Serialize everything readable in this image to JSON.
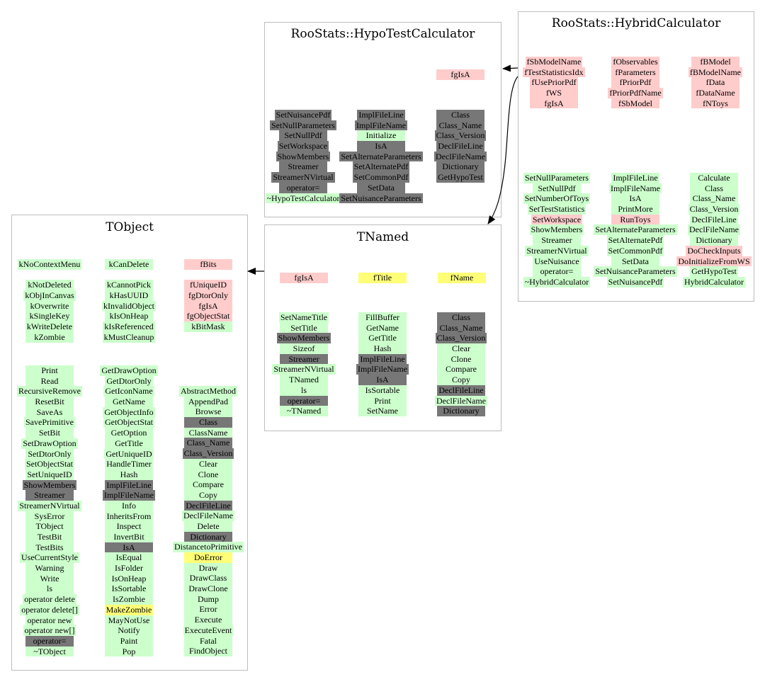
{
  "colors": {
    "pink": "#ffcccc",
    "green": "#ccffcc",
    "gray": "#777777",
    "yellow": "#ffff77",
    "border": "#bdbdbd"
  },
  "classes": {
    "hypotest": {
      "title": "RooStats::HypoTestCalculator",
      "data_cols": [
        [],
        [],
        [
          {
            "t": "fgIsA",
            "c": "pink"
          }
        ]
      ],
      "method_cols": [
        [
          {
            "t": "SetNuisancePdf",
            "c": "gray"
          },
          {
            "t": "SetNullParameters",
            "c": "gray"
          },
          {
            "t": "SetNullPdf",
            "c": "gray"
          },
          {
            "t": "SetWorkspace",
            "c": "gray"
          },
          {
            "t": "ShowMembers",
            "c": "gray"
          },
          {
            "t": "Streamer",
            "c": "gray"
          },
          {
            "t": "StreamerNVirtual",
            "c": "gray"
          },
          {
            "t": "operator=",
            "c": "gray"
          },
          {
            "t": "~HypoTestCalculator",
            "c": "green"
          }
        ],
        [
          {
            "t": "ImplFileLine",
            "c": "gray"
          },
          {
            "t": "ImplFileName",
            "c": "gray"
          },
          {
            "t": "Initialize",
            "c": "green"
          },
          {
            "t": "IsA",
            "c": "gray"
          },
          {
            "t": "SetAlternateParameters",
            "c": "gray"
          },
          {
            "t": "SetAlternatePdf",
            "c": "gray"
          },
          {
            "t": "SetCommonPdf",
            "c": "gray"
          },
          {
            "t": "SetData",
            "c": "gray"
          },
          {
            "t": "SetNuisanceParameters",
            "c": "gray"
          }
        ],
        [
          {
            "t": "Class",
            "c": "gray"
          },
          {
            "t": "Class_Name",
            "c": "gray"
          },
          {
            "t": "Class_Version",
            "c": "gray"
          },
          {
            "t": "DeclFileLine",
            "c": "gray"
          },
          {
            "t": "DeclFileName",
            "c": "gray"
          },
          {
            "t": "Dictionary",
            "c": "gray"
          },
          {
            "t": "GetHypoTest",
            "c": "gray"
          }
        ]
      ]
    },
    "hybrid": {
      "title": "RooStats::HybridCalculator",
      "data_cols": [
        [
          {
            "t": "fSbModelName",
            "c": "pink"
          },
          {
            "t": "fTestStatisticsIdx",
            "c": "pink"
          },
          {
            "t": "fUsePriorPdf",
            "c": "pink"
          },
          {
            "t": "fWS",
            "c": "pink"
          },
          {
            "t": "fgIsA",
            "c": "pink"
          }
        ],
        [
          {
            "t": "fObservables",
            "c": "pink"
          },
          {
            "t": "fParameters",
            "c": "pink"
          },
          {
            "t": "fPriorPdf",
            "c": "pink"
          },
          {
            "t": "fPriorPdfName",
            "c": "pink"
          },
          {
            "t": "fSbModel",
            "c": "pink"
          }
        ],
        [
          {
            "t": "fBModel",
            "c": "pink"
          },
          {
            "t": "fBModelName",
            "c": "pink"
          },
          {
            "t": "fData",
            "c": "pink"
          },
          {
            "t": "fDataName",
            "c": "pink"
          },
          {
            "t": "fNToys",
            "c": "pink"
          }
        ]
      ],
      "method_cols": [
        [
          {
            "t": "SetNullParameters",
            "c": "green"
          },
          {
            "t": "SetNullPdf",
            "c": "green"
          },
          {
            "t": "SetNumberOfToys",
            "c": "green"
          },
          {
            "t": "SetTestStatistics",
            "c": "green"
          },
          {
            "t": "SetWorkspace",
            "c": "pink"
          },
          {
            "t": "ShowMembers",
            "c": "green"
          },
          {
            "t": "Streamer",
            "c": "green"
          },
          {
            "t": "StreamerNVirtual",
            "c": "green"
          },
          {
            "t": "UseNuisance",
            "c": "green"
          },
          {
            "t": "operator=",
            "c": "green"
          },
          {
            "t": "~HybridCalculator",
            "c": "green"
          }
        ],
        [
          {
            "t": "ImplFileLine",
            "c": "green"
          },
          {
            "t": "ImplFileName",
            "c": "green"
          },
          {
            "t": "IsA",
            "c": "green"
          },
          {
            "t": "PrintMore",
            "c": "green"
          },
          {
            "t": "RunToys",
            "c": "pink"
          },
          {
            "t": "SetAlternateParameters",
            "c": "green"
          },
          {
            "t": "SetAlternatePdf",
            "c": "green"
          },
          {
            "t": "SetCommonPdf",
            "c": "green"
          },
          {
            "t": "SetData",
            "c": "green"
          },
          {
            "t": "SetNuisanceParameters",
            "c": "green"
          },
          {
            "t": "SetNuisancePdf",
            "c": "green"
          }
        ],
        [
          {
            "t": "Calculate",
            "c": "green"
          },
          {
            "t": "Class",
            "c": "green"
          },
          {
            "t": "Class_Name",
            "c": "green"
          },
          {
            "t": "Class_Version",
            "c": "green"
          },
          {
            "t": "DeclFileLine",
            "c": "green"
          },
          {
            "t": "DeclFileName",
            "c": "green"
          },
          {
            "t": "Dictionary",
            "c": "green"
          },
          {
            "t": "DoCheckInputs",
            "c": "pink"
          },
          {
            "t": "DoInitializeFromWS",
            "c": "pink"
          },
          {
            "t": "GetHypoTest",
            "c": "green"
          },
          {
            "t": "HybridCalculator",
            "c": "green"
          }
        ]
      ]
    },
    "tnamed": {
      "title": "TNamed",
      "data_cols": [
        [
          {
            "t": "fgIsA",
            "c": "pink"
          }
        ],
        [
          {
            "t": "fTitle",
            "c": "yellow"
          }
        ],
        [
          {
            "t": "fName",
            "c": "yellow"
          }
        ]
      ],
      "method_cols": [
        [
          {
            "t": "SetNameTitle",
            "c": "green"
          },
          {
            "t": "SetTitle",
            "c": "green"
          },
          {
            "t": "ShowMembers",
            "c": "gray"
          },
          {
            "t": "Sizeof",
            "c": "green"
          },
          {
            "t": "Streamer",
            "c": "gray"
          },
          {
            "t": "StreamerNVirtual",
            "c": "green"
          },
          {
            "t": "TNamed",
            "c": "green"
          },
          {
            "t": "ls",
            "c": "green"
          },
          {
            "t": "operator=",
            "c": "gray"
          },
          {
            "t": "~TNamed",
            "c": "green"
          }
        ],
        [
          {
            "t": "FillBuffer",
            "c": "green"
          },
          {
            "t": "GetName",
            "c": "green"
          },
          {
            "t": "GetTitle",
            "c": "green"
          },
          {
            "t": "Hash",
            "c": "green"
          },
          {
            "t": "ImplFileLine",
            "c": "gray"
          },
          {
            "t": "ImplFileName",
            "c": "gray"
          },
          {
            "t": "IsA",
            "c": "gray"
          },
          {
            "t": "IsSortable",
            "c": "green"
          },
          {
            "t": "Print",
            "c": "green"
          },
          {
            "t": "SetName",
            "c": "green"
          }
        ],
        [
          {
            "t": "Class",
            "c": "gray"
          },
          {
            "t": "Class_Name",
            "c": "gray"
          },
          {
            "t": "Class_Version",
            "c": "gray"
          },
          {
            "t": "Clear",
            "c": "green"
          },
          {
            "t": "Clone",
            "c": "green"
          },
          {
            "t": "Compare",
            "c": "green"
          },
          {
            "t": "Copy",
            "c": "green"
          },
          {
            "t": "DeclFileLine",
            "c": "gray"
          },
          {
            "t": "DeclFileName",
            "c": "green"
          },
          {
            "t": "Dictionary",
            "c": "gray"
          }
        ]
      ]
    },
    "tobject": {
      "title": "TObject",
      "data_cols": [
        [
          {
            "t": "kNoContextMenu",
            "c": "green"
          },
          {
            "t": "",
            "c": "none"
          },
          {
            "t": "kNotDeleted",
            "c": "green"
          },
          {
            "t": "kObjInCanvas",
            "c": "green"
          },
          {
            "t": "kOverwrite",
            "c": "green"
          },
          {
            "t": "kSingleKey",
            "c": "green"
          },
          {
            "t": "kWriteDelete",
            "c": "green"
          },
          {
            "t": "kZombie",
            "c": "green"
          }
        ],
        [
          {
            "t": "kCanDelete",
            "c": "green"
          },
          {
            "t": "",
            "c": "none"
          },
          {
            "t": "kCannotPick",
            "c": "green"
          },
          {
            "t": "kHasUUID",
            "c": "green"
          },
          {
            "t": "kInvalidObject",
            "c": "green"
          },
          {
            "t": "kIsOnHeap",
            "c": "green"
          },
          {
            "t": "kIsReferenced",
            "c": "green"
          },
          {
            "t": "kMustCleanup",
            "c": "green"
          }
        ],
        [
          {
            "t": "fBits",
            "c": "pink"
          },
          {
            "t": "",
            "c": "none"
          },
          {
            "t": "fUniqueID",
            "c": "pink"
          },
          {
            "t": "fgDtorOnly",
            "c": "pink"
          },
          {
            "t": "fgIsA",
            "c": "pink"
          },
          {
            "t": "fgObjectStat",
            "c": "pink"
          },
          {
            "t": "kBitMask",
            "c": "green"
          }
        ]
      ],
      "method_cols": [
        [
          {
            "t": "Print",
            "c": "green"
          },
          {
            "t": "Read",
            "c": "green"
          },
          {
            "t": "RecursiveRemove",
            "c": "green"
          },
          {
            "t": "ResetBit",
            "c": "green"
          },
          {
            "t": "SaveAs",
            "c": "green"
          },
          {
            "t": "SavePrimitive",
            "c": "green"
          },
          {
            "t": "SetBit",
            "c": "green"
          },
          {
            "t": "SetDrawOption",
            "c": "green"
          },
          {
            "t": "SetDtorOnly",
            "c": "green"
          },
          {
            "t": "SetObjectStat",
            "c": "green"
          },
          {
            "t": "SetUniqueID",
            "c": "green"
          },
          {
            "t": "ShowMembers",
            "c": "gray"
          },
          {
            "t": "Streamer",
            "c": "gray"
          },
          {
            "t": "StreamerNVirtual",
            "c": "green"
          },
          {
            "t": "SysError",
            "c": "green"
          },
          {
            "t": "TObject",
            "c": "green"
          },
          {
            "t": "TestBit",
            "c": "green"
          },
          {
            "t": "TestBits",
            "c": "green"
          },
          {
            "t": "UseCurrentStyle",
            "c": "green"
          },
          {
            "t": "Warning",
            "c": "green"
          },
          {
            "t": "Write",
            "c": "green"
          },
          {
            "t": "ls",
            "c": "green"
          },
          {
            "t": "operator delete",
            "c": "green"
          },
          {
            "t": "operator delete[]",
            "c": "green"
          },
          {
            "t": "operator new",
            "c": "green"
          },
          {
            "t": "operator new[]",
            "c": "green"
          },
          {
            "t": "operator=",
            "c": "gray"
          },
          {
            "t": "~TObject",
            "c": "green"
          }
        ],
        [
          {
            "t": "GetDrawOption",
            "c": "green"
          },
          {
            "t": "GetDtorOnly",
            "c": "green"
          },
          {
            "t": "GetIconName",
            "c": "green"
          },
          {
            "t": "GetName",
            "c": "green"
          },
          {
            "t": "GetObjectInfo",
            "c": "green"
          },
          {
            "t": "GetObjectStat",
            "c": "green"
          },
          {
            "t": "GetOption",
            "c": "green"
          },
          {
            "t": "GetTitle",
            "c": "green"
          },
          {
            "t": "GetUniqueID",
            "c": "green"
          },
          {
            "t": "HandleTimer",
            "c": "green"
          },
          {
            "t": "Hash",
            "c": "green"
          },
          {
            "t": "ImplFileLine",
            "c": "gray"
          },
          {
            "t": "ImplFileName",
            "c": "gray"
          },
          {
            "t": "Info",
            "c": "green"
          },
          {
            "t": "InheritsFrom",
            "c": "green"
          },
          {
            "t": "Inspect",
            "c": "green"
          },
          {
            "t": "InvertBit",
            "c": "green"
          },
          {
            "t": "IsA",
            "c": "gray"
          },
          {
            "t": "IsEqual",
            "c": "green"
          },
          {
            "t": "IsFolder",
            "c": "green"
          },
          {
            "t": "IsOnHeap",
            "c": "green"
          },
          {
            "t": "IsSortable",
            "c": "green"
          },
          {
            "t": "IsZombie",
            "c": "green"
          },
          {
            "t": "MakeZombie",
            "c": "yellow"
          },
          {
            "t": "MayNotUse",
            "c": "green"
          },
          {
            "t": "Notify",
            "c": "green"
          },
          {
            "t": "Paint",
            "c": "green"
          },
          {
            "t": "Pop",
            "c": "green"
          }
        ],
        [
          {
            "t": "AbstractMethod",
            "c": "green"
          },
          {
            "t": "AppendPad",
            "c": "green"
          },
          {
            "t": "Browse",
            "c": "green"
          },
          {
            "t": "Class",
            "c": "gray"
          },
          {
            "t": "ClassName",
            "c": "green"
          },
          {
            "t": "Class_Name",
            "c": "gray"
          },
          {
            "t": "Class_Version",
            "c": "gray"
          },
          {
            "t": "Clear",
            "c": "green"
          },
          {
            "t": "Clone",
            "c": "green"
          },
          {
            "t": "Compare",
            "c": "green"
          },
          {
            "t": "Copy",
            "c": "green"
          },
          {
            "t": "DeclFileLine",
            "c": "gray"
          },
          {
            "t": "DeclFileName",
            "c": "green"
          },
          {
            "t": "Delete",
            "c": "green"
          },
          {
            "t": "Dictionary",
            "c": "gray"
          },
          {
            "t": "DistancetoPrimitive",
            "c": "green"
          },
          {
            "t": "DoError",
            "c": "yellow"
          },
          {
            "t": "Draw",
            "c": "green"
          },
          {
            "t": "DrawClass",
            "c": "green"
          },
          {
            "t": "DrawClone",
            "c": "green"
          },
          {
            "t": "Dump",
            "c": "green"
          },
          {
            "t": "Error",
            "c": "green"
          },
          {
            "t": "Execute",
            "c": "green"
          },
          {
            "t": "ExecuteEvent",
            "c": "green"
          },
          {
            "t": "Fatal",
            "c": "green"
          },
          {
            "t": "FindObject",
            "c": "green"
          }
        ]
      ]
    }
  }
}
